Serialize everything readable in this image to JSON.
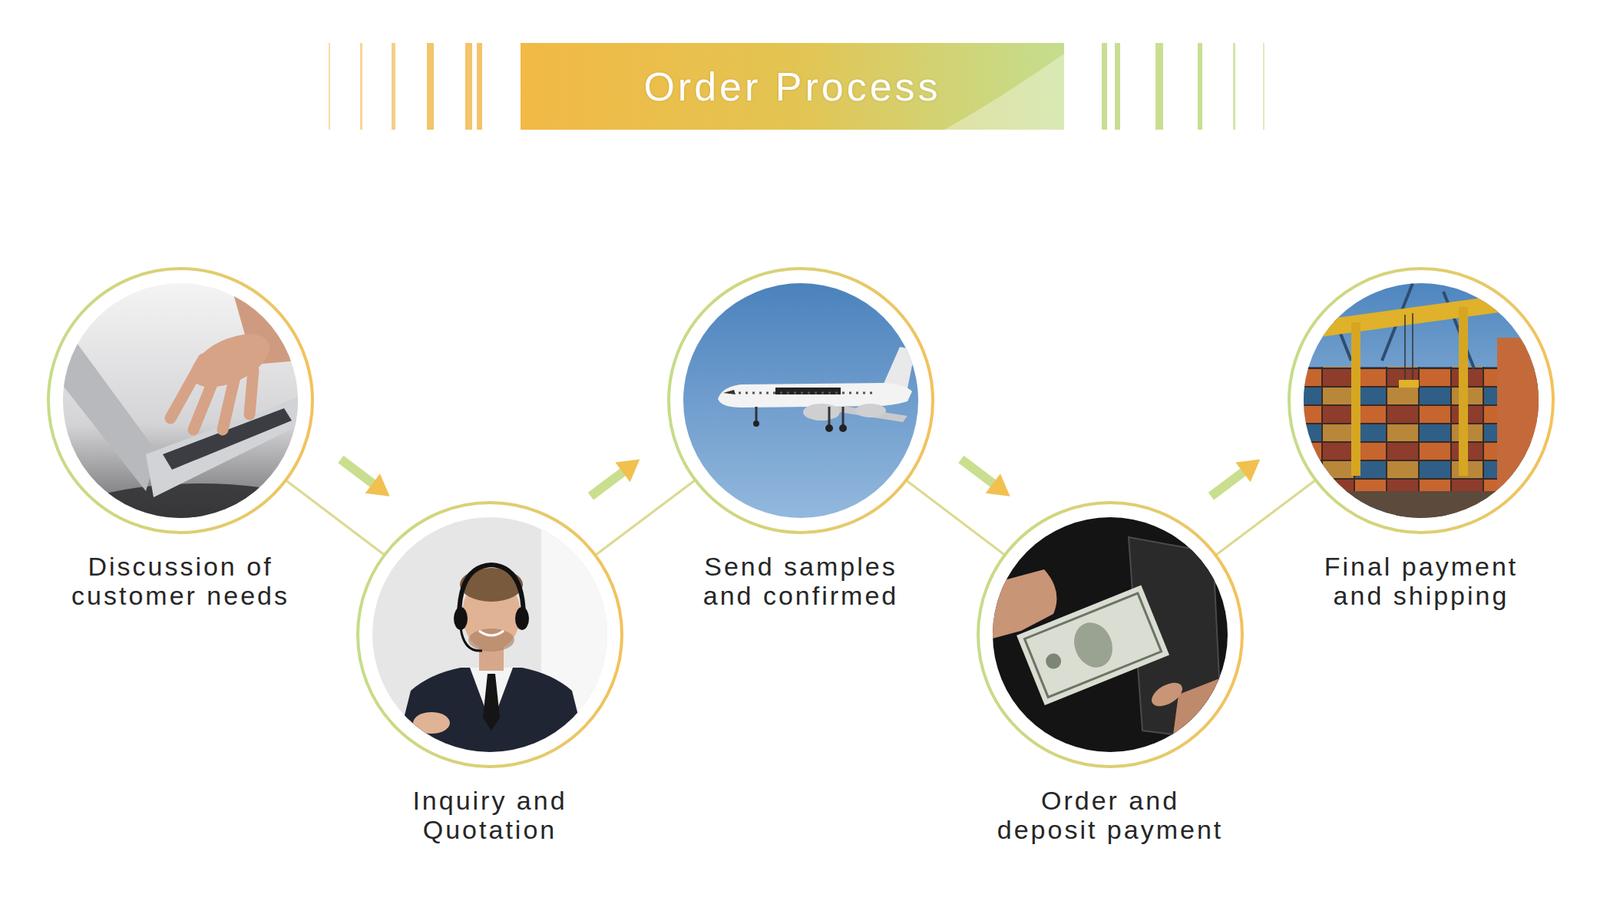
{
  "diagram": {
    "title": "Order Process",
    "nodes": [
      {
        "text": [
          "Discussion of customer needs"
        ]
      },
      {
        "text": [
          "Inquiry and Quotation"
        ]
      },
      {
        "text": [
          "Send samples and confirmed"
        ]
      },
      {
        "text": [
          "Order and deposit payment"
        ]
      },
      {
        "text": [
          "Final payment and shipping"
        ]
      }
    ],
    "edges": [
      {
        "from": 0,
        "to": 1,
        "arrow": "to"
      },
      {
        "from": 1,
        "to": 2,
        "arrow": "to"
      },
      {
        "from": 2,
        "to": 3,
        "arrow": "to"
      },
      {
        "from": 3,
        "to": 4,
        "arrow": "to"
      }
    ]
  }
}
